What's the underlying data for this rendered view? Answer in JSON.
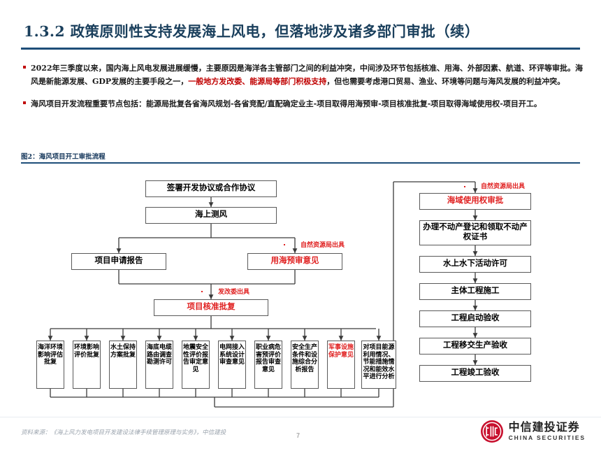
{
  "header": {
    "title": "1.3.2 政策原则性支持发展海上风电，但落地涉及诸多部门审批（续）",
    "rule_color": "#1e4e79"
  },
  "bullets": [
    {
      "marker": "square-bullet",
      "segments": [
        {
          "text": "2022年三季度以来，国内海上风电发展进展缓慢，主要原因是海洋各主管部门之间的利益冲突，中间涉及环节包括核准、用海、外部因素、航道、环评等审批。海风是新能源发展、GDP发展的主要手段之一，",
          "color": "black"
        },
        {
          "text": "一般地方发改委、能源局等部门积极支持",
          "color": "red"
        },
        {
          "text": "，但也需要考虑港口贸易、渔业、环境等问题与海风发展的利益冲突。",
          "color": "black"
        }
      ]
    },
    {
      "marker": "square-bullet",
      "segments": [
        {
          "text": "海风项目开发流程重要节点包括：能源局批复各省海风规划-各省竞配/直配确定业主-项目取得用海预审-项目核准批复-项目取得海域使用权-项目开工。",
          "color": "black"
        }
      ]
    }
  ],
  "exhibit": {
    "caption": "图2：海风项目开工审批流程"
  },
  "chart_data": {
    "type": "diagram",
    "title": "海风项目开工审批流程",
    "accent_red": "#e02020",
    "node_border": "#595959",
    "left_branch": {
      "nodes": [
        {
          "id": "n1",
          "label": "签署开发协议或合作协议",
          "color": "black"
        },
        {
          "id": "n2",
          "label": "海上测风",
          "color": "black"
        },
        {
          "id": "n3",
          "label": "项目申请报告",
          "color": "black"
        },
        {
          "id": "n4",
          "label": "用海预审意见",
          "color": "red"
        },
        {
          "id": "n5",
          "label": "项目核准批复",
          "color": "red"
        }
      ],
      "annotations": [
        {
          "id": "a1",
          "label": "自然资源局出具",
          "for": "n4"
        },
        {
          "id": "a2",
          "label": "发改委出具",
          "for": "n5"
        }
      ],
      "parallel_nodes": [
        {
          "id": "p1",
          "label": "海洋环境影响评估批复",
          "color": "black"
        },
        {
          "id": "p2",
          "label": "环境影响评价批复",
          "color": "black"
        },
        {
          "id": "p3",
          "label": "水土保持方案批复",
          "color": "black"
        },
        {
          "id": "p4",
          "label": "海底电缆路由调查勘测许可",
          "color": "black"
        },
        {
          "id": "p5",
          "label": "地震安全性评价报告审定意见",
          "color": "black"
        },
        {
          "id": "p6",
          "label": "电网接入系统设计审查意见",
          "color": "black"
        },
        {
          "id": "p7",
          "label": "职业病危害预评价报告审查意见",
          "color": "black"
        },
        {
          "id": "p8",
          "label": "安全生产条件和设施综合分析报告",
          "color": "black"
        },
        {
          "id": "p9",
          "label": "军事设施保护意见",
          "color": "red"
        },
        {
          "id": "p10",
          "label": "对项目能源利用情况、节能措施情况和能效水平进行分析",
          "color": "black"
        }
      ]
    },
    "right_branch": {
      "annotations": [
        {
          "id": "a3",
          "label": "自然资源局出具",
          "for": "r1"
        }
      ],
      "nodes": [
        {
          "id": "r1",
          "label": "海域使用权审批",
          "color": "red"
        },
        {
          "id": "r2",
          "label": "办理不动产登记和领取不动产权证书",
          "color": "black"
        },
        {
          "id": "r3",
          "label": "水上水下活动许可",
          "color": "black"
        },
        {
          "id": "r4",
          "label": "主体工程施工",
          "color": "black"
        },
        {
          "id": "r5",
          "label": "工程启动验收",
          "color": "black"
        },
        {
          "id": "r6",
          "label": "工程移交生产验收",
          "color": "black"
        },
        {
          "id": "r7",
          "label": "工程竣工验收",
          "color": "black"
        }
      ]
    }
  },
  "footer": {
    "source": "资料来源：《海上风力发电项目开发建设法律手续管理原理与实务》，中信建投",
    "page_number": "7",
    "brand_cn": "中信建投证券",
    "brand_en": "CHINA SECURITIES",
    "brand_color": "#c8102e"
  }
}
